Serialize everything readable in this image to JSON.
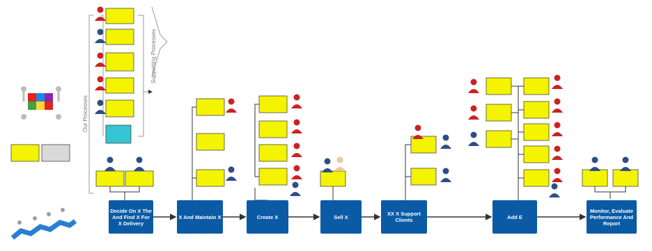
{
  "side_labels": {
    "our_processes": "Our Processes",
    "supporting_processes": "Supporting Processes"
  },
  "stages": [
    {
      "label": "Decide On X The And Find X For X Delivery"
    },
    {
      "label": "X And Maintain X"
    },
    {
      "label": "Create X"
    },
    {
      "label": "Sell X"
    },
    {
      "label": "XX X Support Clients"
    },
    {
      "label": "Add E"
    },
    {
      "label": "Monitor, Evaluate Performance And Report"
    }
  ],
  "colors": {
    "stage_fill": "#0b5aa6",
    "task_fill": "#f4f400",
    "person_red": "#cc2222",
    "person_blue": "#2b4f86",
    "connector": "#333333"
  },
  "icons": [
    "person-red-icon",
    "person-blue-icon",
    "person-beige-icon",
    "puzzle-team-icon",
    "bridge-team-icon"
  ]
}
